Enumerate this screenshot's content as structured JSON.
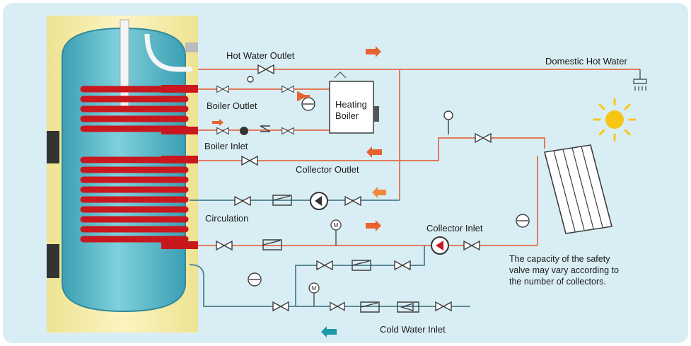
{
  "labels": {
    "hot_water_outlet": "Hot Water Outlet",
    "domestic_hot_water": "Domestic Hot Water",
    "boiler_outlet": "Boiler Outlet",
    "heating_boiler_line1": "Heating",
    "heating_boiler_line2": "Boiler",
    "boiler_inlet": "Boiler Inlet",
    "collector_outlet": "Collector Outlet",
    "circulation": "Circulation",
    "collector_inlet": "Collector Inlet",
    "cold_water_inlet": "Cold Water Inlet",
    "safety_note_line1": "The capacity of the safety",
    "safety_note_line2": "valve may vary according to",
    "safety_note_line3": "the number of collectors."
  },
  "gauge_symbol": "M",
  "colors": {
    "background_panel": "#d9eef4",
    "tank_jacket": "#f6eea5",
    "tank_water": "#5fb9c9",
    "coil": "#c8181e",
    "hot_pipe": "#e07b5a",
    "cold_pipe": "#5a8a96",
    "flow_arrow": "#e8632e",
    "cold_arrow": "#1c9aa8",
    "sun": "#f7c614"
  }
}
